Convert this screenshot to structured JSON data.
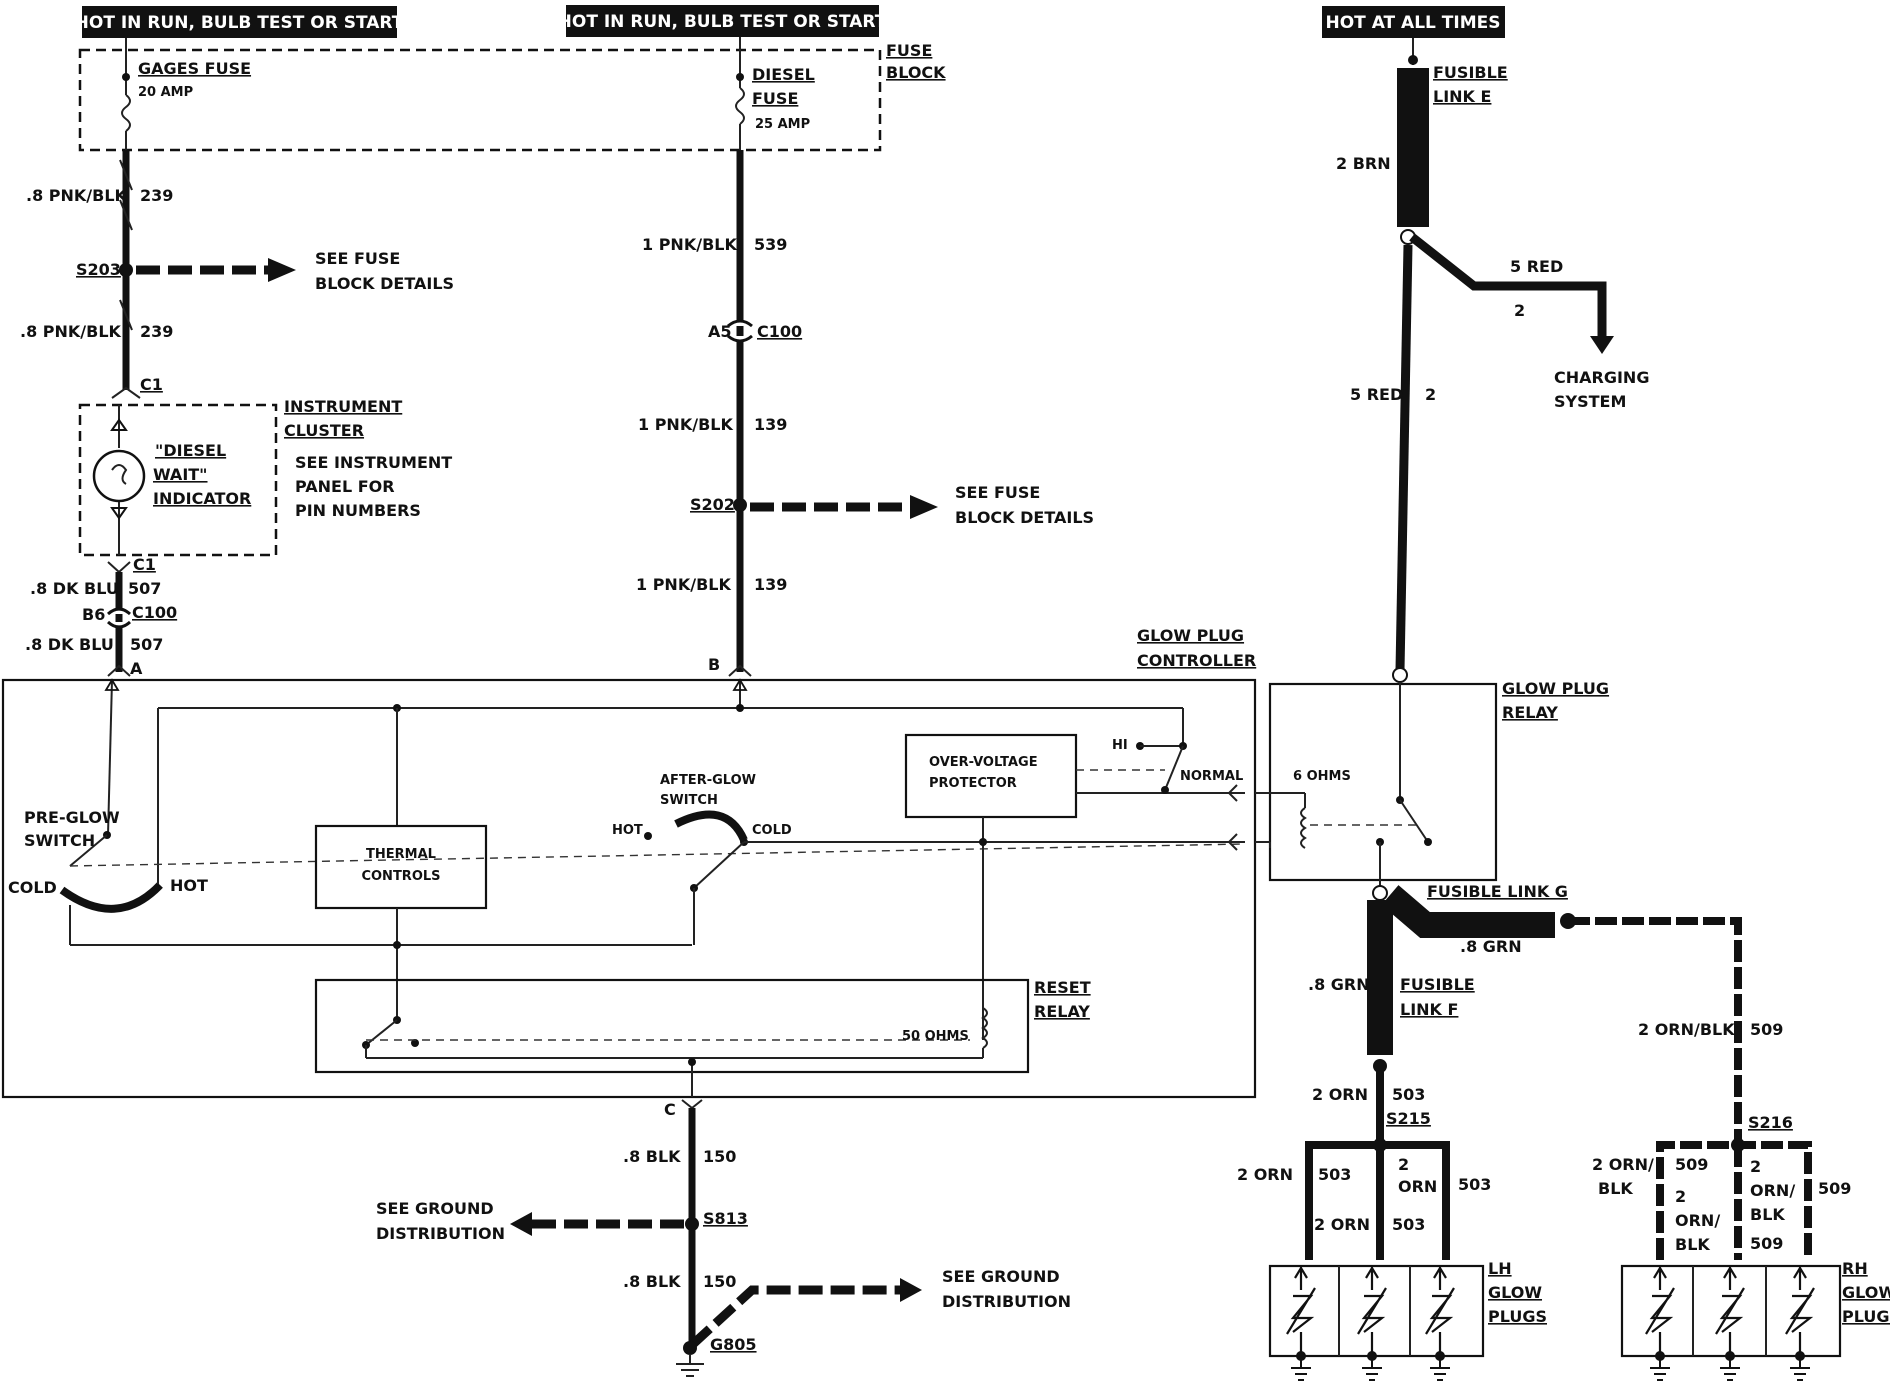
{
  "headers": {
    "left": "HOT IN RUN, BULB TEST OR START",
    "center": "HOT IN RUN, BULB TEST OR START",
    "right": "HOT AT ALL TIMES"
  },
  "fuse_block": {
    "name_line1": "FUSE",
    "name_line2": "BLOCK",
    "gages_fuse": "GAGES FUSE",
    "gages_amp": "20 AMP",
    "diesel_line1": "DIESEL",
    "diesel_line2": "FUSE",
    "diesel_amp": "25 AMP"
  },
  "left_circuit": {
    "wire_top": ".8 PNK/BLK",
    "wire_top_num": "239",
    "splice": "S203",
    "see_fuse_1": "SEE FUSE",
    "see_fuse_2": "BLOCK DETAILS",
    "wire_mid": ".8 PNK/BLK",
    "wire_mid_num": "239",
    "conn_c1_top": "C1",
    "cluster_1": "INSTRUMENT",
    "cluster_2": "CLUSTER",
    "indicator_1": "\"DIESEL",
    "indicator_2": "WAIT\"",
    "indicator_3": "INDICATOR",
    "see_panel_1": "SEE INSTRUMENT",
    "see_panel_2": "PANEL FOR",
    "see_panel_3": "PIN NUMBERS",
    "conn_c1_bottom": "C1",
    "wire_dk1": ".8 DK BLU",
    "wire_dk1_num": "507",
    "b6": "B6",
    "c100": "C100",
    "wire_dk2": ".8 DK BLU",
    "wire_dk2_num": "507",
    "pin_a": "A"
  },
  "center_circuit": {
    "wire_1": "1 PNK/BLK",
    "wire_1_num": "539",
    "a5": "A5",
    "c100": "C100",
    "wire_2": "1 PNK/BLK",
    "wire_2_num": "139",
    "splice": "S202",
    "see_fuse_1": "SEE FUSE",
    "see_fuse_2": "BLOCK DETAILS",
    "wire_3": "1 PNK/BLK",
    "wire_3_num": "139",
    "pin_b": "B"
  },
  "controller": {
    "name_1": "GLOW PLUG",
    "name_2": "CONTROLLER",
    "preglow_1": "PRE-GLOW",
    "preglow_2": "SWITCH",
    "cold": "COLD",
    "hot": "HOT",
    "thermal_1": "THERMAL",
    "thermal_2": "CONTROLS",
    "afterglow_1": "AFTER-GLOW",
    "afterglow_2": "SWITCH",
    "ag_hot": "HOT",
    "ag_cold": "COLD",
    "ovp_1": "OVER-VOLTAGE",
    "ovp_2": "PROTECTOR",
    "hi": "HI",
    "normal": "NORMAL",
    "reset_1": "RESET",
    "reset_2": "RELAY",
    "ohms_50": "50 OHMS",
    "pin_c": "C"
  },
  "ground": {
    "wire_1": ".8 BLK",
    "wire_1_num": "150",
    "splice": "S813",
    "see_ground_1": "SEE GROUND",
    "see_ground_2": "DISTRIBUTION",
    "wire_2": ".8 BLK",
    "wire_2_num": "150",
    "ground_id": "G805",
    "see_ground_3": "SEE GROUND",
    "see_ground_4": "DISTRIBUTION"
  },
  "right_circuit": {
    "fusible_e_1": "FUSIBLE",
    "fusible_e_2": "LINK E",
    "wire_brn": "2 BRN",
    "wire_red_1": "5 RED",
    "wire_red_1_num": "2",
    "charging_1": "CHARGING",
    "charging_2": "SYSTEM",
    "wire_red_2": "5 RED",
    "wire_red_2_num": "2",
    "relay_1": "GLOW PLUG",
    "relay_2": "RELAY",
    "ohms_6": "6 OHMS",
    "fusible_g": "FUSIBLE LINK G",
    "grn_1": ".8 GRN",
    "grn_2": ".8 GRN",
    "fusible_f_1": "FUSIBLE",
    "fusible_f_2": "LINK F",
    "orn_wire": "2 ORN",
    "orn_num": "503",
    "s215": "S215",
    "orn_left": "2 ORN",
    "orn_left_num": "503",
    "orn_mid_1": "2",
    "orn_mid_2": "ORN",
    "orn_right_num": "503",
    "orn_low": "2 ORN",
    "orn_low_num": "503",
    "lh_1": "LH",
    "lh_2": "GLOW",
    "lh_3": "PLUGS",
    "ornblk_wire": "2 ORN/BLK",
    "ornblk_num": "509",
    "s216": "S216",
    "ob_left_1": "2 ORN/",
    "ob_left_2": "BLK",
    "ob_left_num": "509",
    "ob_mid_a1": "2",
    "ob_mid_a2": "ORN/",
    "ob_mid_a3": "BLK",
    "ob_mid_b1": "2",
    "ob_mid_b2": "ORN/",
    "ob_mid_b3": "BLK",
    "ob_mid_num": "509",
    "ob_right_num": "509",
    "rh_1": "RH",
    "rh_2": "GLOW",
    "rh_3": "PLUGS"
  }
}
